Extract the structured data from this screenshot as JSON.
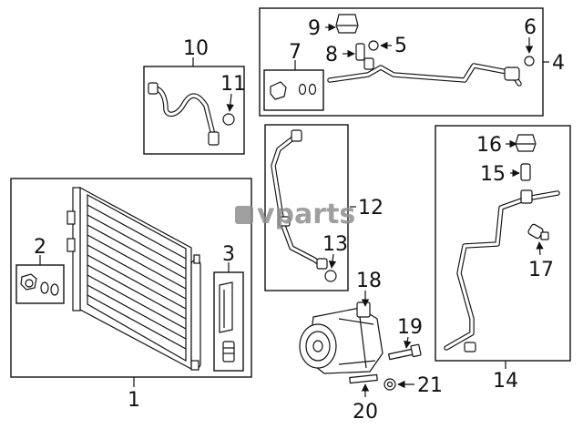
{
  "watermark": "vparts",
  "callouts": {
    "c1": "1",
    "c2": "2",
    "c3": "3",
    "c4": "4",
    "c5": "5",
    "c6": "6",
    "c7": "7",
    "c8": "8",
    "c9": "9",
    "c10": "10",
    "c11": "11",
    "c12": "12",
    "c13": "13",
    "c14": "14",
    "c15": "15",
    "c16": "16",
    "c17": "17",
    "c18": "18",
    "c19": "19",
    "c20": "20",
    "c21": "21"
  },
  "colors": {
    "line": "#111111",
    "background": "#ffffff",
    "watermark": "#8f8f8f"
  }
}
